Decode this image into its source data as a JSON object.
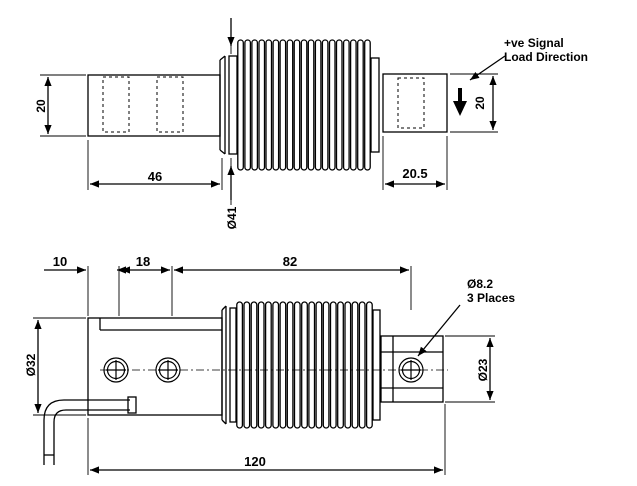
{
  "top_view": {
    "dim_height_left": "20",
    "dim_length_left": "46",
    "dim_diameter": "Ø41",
    "dim_height_right": "20",
    "dim_length_right": "20.5",
    "signal_label_line1": "+ve Signal",
    "signal_label_line2": "Load Direction"
  },
  "side_view": {
    "dim_offset_1": "10",
    "dim_offset_2": "18",
    "dim_offset_3": "82",
    "dim_total_length": "120",
    "dim_diameter_left": "Ø32",
    "dim_diameter_right": "Ø23",
    "hole_label_line1": "Ø8.2",
    "hole_label_line2": "3 Places"
  }
}
